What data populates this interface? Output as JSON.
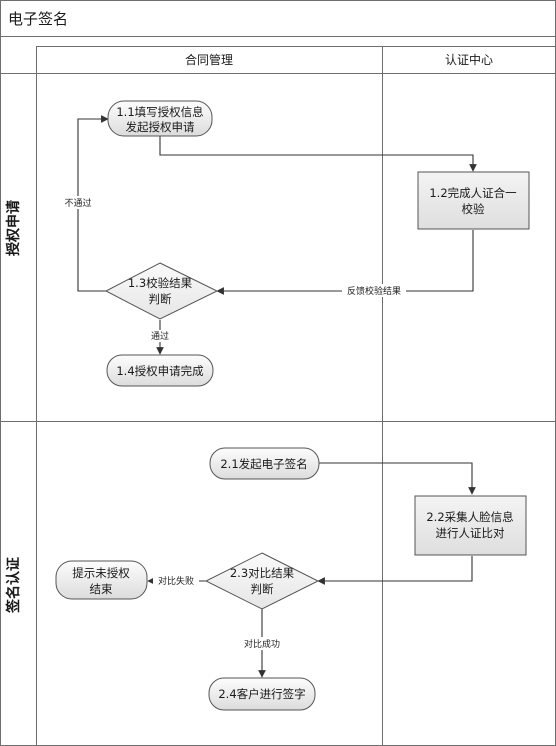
{
  "title": "电子签名",
  "columns": [
    "合同管理",
    "认证中心"
  ],
  "lanes": [
    {
      "label": "授权申请"
    },
    {
      "label": "签名认证"
    }
  ],
  "nodes": {
    "n11": {
      "shape": "rounded",
      "lines": [
        "1.1填写授权信息",
        "发起授权申请"
      ]
    },
    "n12": {
      "shape": "process",
      "lines": [
        "1.2完成人证合一",
        "校验"
      ]
    },
    "n13": {
      "shape": "decision",
      "lines": [
        "1.3校验结果",
        "判断"
      ]
    },
    "n14": {
      "shape": "rounded",
      "lines": [
        "1.4授权申请完成"
      ]
    },
    "n21": {
      "shape": "rounded",
      "lines": [
        "2.1发起电子签名"
      ]
    },
    "n22": {
      "shape": "process",
      "lines": [
        "2.2采集人脸信息",
        "进行人证比对"
      ]
    },
    "n23": {
      "shape": "decision",
      "lines": [
        "2.3对比结果",
        "判断"
      ]
    },
    "n24": {
      "shape": "rounded",
      "lines": [
        "2.4客户进行签字"
      ]
    },
    "n25": {
      "shape": "rounded",
      "lines": [
        "提示未授权",
        "结束"
      ]
    }
  },
  "edges": {
    "e1": {
      "label": ""
    },
    "e2": {
      "label": "反馈校验结果"
    },
    "e3": {
      "label": "不通过"
    },
    "e4": {
      "label": "通过"
    },
    "e5": {
      "label": ""
    },
    "e6": {
      "label": ""
    },
    "e7": {
      "label": "对比失败"
    },
    "e8": {
      "label": "对比成功"
    }
  },
  "colors": {
    "border": "#6f6f6f",
    "node_fill_light": "#fbfbfb",
    "node_fill_dark": "#e4e4e4",
    "decision_fill": "#f3f3f3",
    "process_fill": "#e9e9e9",
    "line": "#333333"
  }
}
